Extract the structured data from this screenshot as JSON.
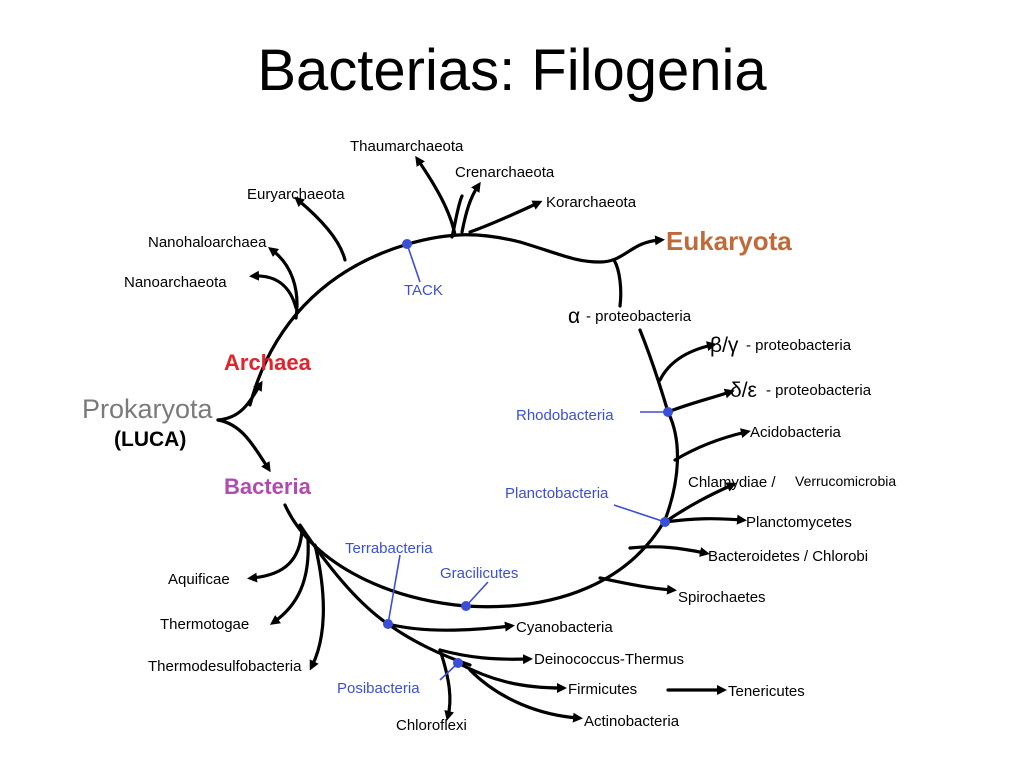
{
  "title": "Bacterias: Filogenia",
  "colors": {
    "node_blue": "#3b4fd6",
    "archaea_red": "#e3222a",
    "bacteria_purple": "#b04bb0",
    "eukaryota_brown": "#c06a3a",
    "prokaryota_gray": "#7a7a7a"
  },
  "groups": {
    "prokaryota": "Prokaryota",
    "luca": "(LUCA)",
    "archaea": "Archaea",
    "bacteria": "Bacteria",
    "eukaryota": "Eukaryota"
  },
  "archaea_taxa": {
    "thaumarchaeota": "Thaumarchaeota",
    "crenarchaeota": "Crenarchaeota",
    "korarchaeota": "Korarchaeota",
    "euryarchaeota": "Euryarchaeota",
    "nanohaloarchaea": "Nanohaloarchaea",
    "nanoarchaeota": "Nanoarchaeota"
  },
  "clades": {
    "tack": "TACK",
    "rhodobacteria": "Rhodobacteria",
    "planctobacteria": "Planctobacteria",
    "terrabacteria": "Terrabacteria",
    "gracilicutes": "Gracilicutes",
    "posibacteria": "Posibacteria"
  },
  "bacteria_taxa": {
    "alpha_symbol": "α",
    "alpha_name": "- proteobacteria",
    "beta_gamma_symbol": "β/γ",
    "beta_gamma_name": "- proteobacteria",
    "delta_eps_symbol": "δ/ε",
    "delta_eps_name": "- proteobacteria",
    "acidobacteria": "Acidobacteria",
    "chlamydiae": "Chlamydiae /",
    "verrucomicrobia": "Verrucomicrobia",
    "planctomycetes": "Planctomycetes",
    "bacteroidetes": "Bacteroidetes / Chlorobi",
    "spirochaetes": "Spirochaetes",
    "cyanobacteria": "Cyanobacteria",
    "deinococcus": "Deinococcus-Thermus",
    "firmicutes": "Firmicutes",
    "tenericutes": "Tenericutes",
    "actinobacteria": "Actinobacteria",
    "chloroflexi": "Chloroflexi",
    "aquificae": "Aquificae",
    "thermotogae": "Thermotogae",
    "thermodesulfobacteria": "Thermodesulfobacteria"
  }
}
